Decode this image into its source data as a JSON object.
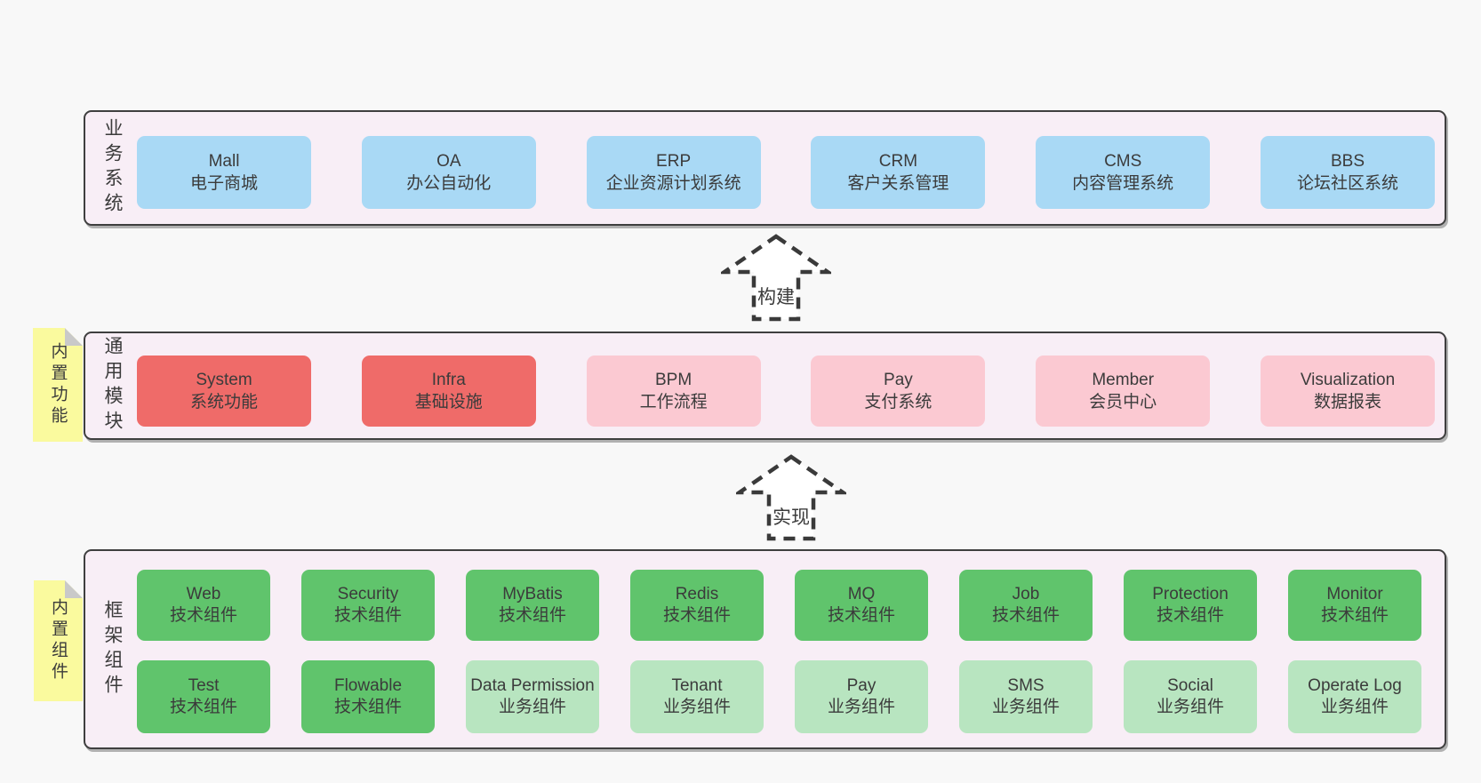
{
  "colors": {
    "page_background": "#f8f8f8",
    "container_background": "#f8eef6",
    "container_border": "#3f3f3f",
    "text": "#3b3b3b",
    "blue": "#a9d9f5",
    "red": "#ef6b69",
    "pink": "#fbc9d2",
    "green": "#60c46c",
    "green-light": "#b8e5c0",
    "note-yellow": "#fafa9e",
    "note_fold_gray": "#c9c9c9",
    "arrow_dash": "#3a3a3a"
  },
  "arrows": {
    "build": "构建",
    "implement": "实现"
  },
  "sections": {
    "business": {
      "label": "业务系统",
      "boxes": [
        {
          "en": "Mall",
          "zh": "电子商城"
        },
        {
          "en": "OA",
          "zh": "办公自动化"
        },
        {
          "en": "ERP",
          "zh": "企业资源计划系统"
        },
        {
          "en": "CRM",
          "zh": "客户关系管理"
        },
        {
          "en": "CMS",
          "zh": "内容管理系统"
        },
        {
          "en": "BBS",
          "zh": "论坛社区系统"
        }
      ]
    },
    "modules": {
      "label": "通用模块",
      "note": "内置功能",
      "boxes": [
        {
          "en": "System",
          "zh": "系统功能"
        },
        {
          "en": "Infra",
          "zh": "基础设施"
        },
        {
          "en": "BPM",
          "zh": "工作流程"
        },
        {
          "en": "Pay",
          "zh": "支付系统"
        },
        {
          "en": "Member",
          "zh": "会员中心"
        },
        {
          "en": "Visualization",
          "zh": "数据报表"
        }
      ]
    },
    "framework": {
      "label": "框架组件",
      "note": "内置组件",
      "row1": [
        {
          "en": "Web",
          "zh": "技术组件"
        },
        {
          "en": "Security",
          "zh": "技术组件"
        },
        {
          "en": "MyBatis",
          "zh": "技术组件"
        },
        {
          "en": "Redis",
          "zh": "技术组件"
        },
        {
          "en": "MQ",
          "zh": "技术组件"
        },
        {
          "en": "Job",
          "zh": "技术组件"
        },
        {
          "en": "Protection",
          "zh": "技术组件"
        },
        {
          "en": "Monitor",
          "zh": "技术组件"
        }
      ],
      "row2": [
        {
          "en": "Test",
          "zh": "技术组件"
        },
        {
          "en": "Flowable",
          "zh": "技术组件"
        },
        {
          "en": "Data Permission",
          "zh": "业务组件"
        },
        {
          "en": "Tenant",
          "zh": "业务组件"
        },
        {
          "en": "Pay",
          "zh": "业务组件"
        },
        {
          "en": "SMS",
          "zh": "业务组件"
        },
        {
          "en": "Social",
          "zh": "业务组件"
        },
        {
          "en": "Operate Log",
          "zh": "业务组件"
        }
      ]
    }
  }
}
